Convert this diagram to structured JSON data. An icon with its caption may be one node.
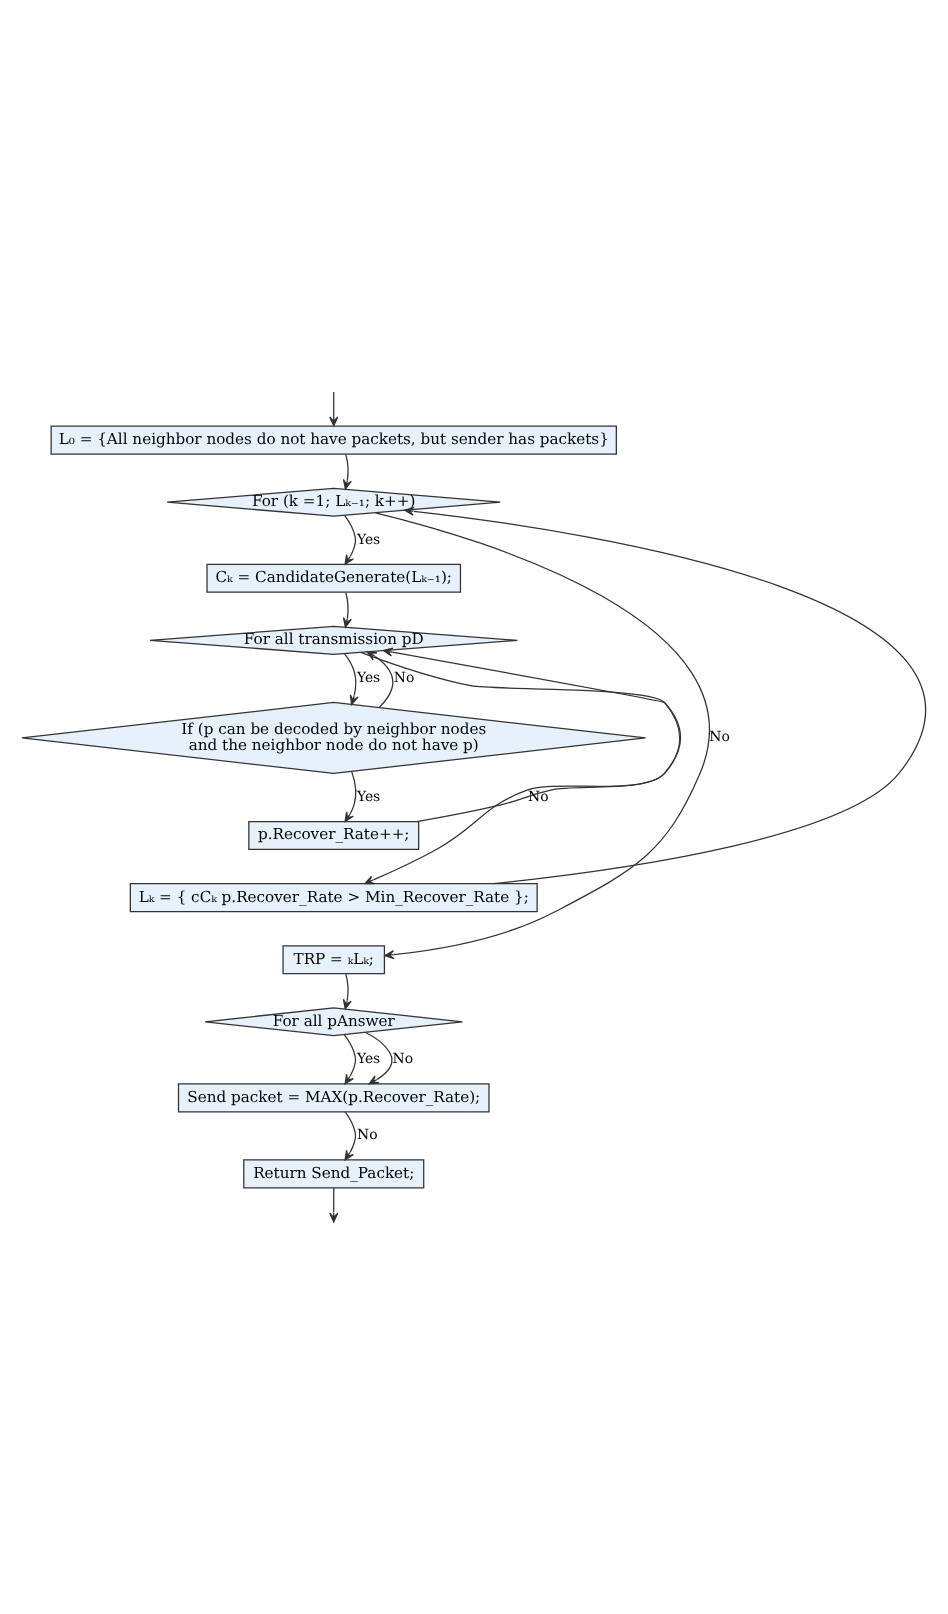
{
  "diagram": {
    "nodes": [
      {
        "text": [
          "L₀ = {All neighbor nodes do not have packets, but sender has packets}"
        ]
      },
      {
        "text": [
          "For (k =1; Lₖ₋₁; k++)"
        ]
      },
      {
        "text": [
          "Cₖ = CandidateGenerate(Lₖ₋₁);"
        ]
      },
      {
        "text": [
          "For all transmission pD"
        ]
      },
      {
        "text": [
          "If (p can be decoded by neighbor nodes and the neighbor node do not have p)"
        ]
      },
      {
        "text": [
          "p.Recover_Rate++;"
        ]
      },
      {
        "text": [
          "Lₖ = { cCₖ p.Recover_Rate > Min_Recover_Rate };"
        ]
      },
      {
        "text": [
          "TRP = ₖLₖ;"
        ]
      },
      {
        "text": [
          "For all pAnswer"
        ]
      },
      {
        "text": [
          "Send packet = MAX(p.Recover_Rate);"
        ]
      },
      {
        "text": [
          "Return Send_Packet;"
        ]
      }
    ],
    "edges": [
      {
        "from": null,
        "to": 0,
        "arrow": "to"
      },
      {
        "from": 0,
        "to": 1,
        "arrow": "to"
      },
      {
        "from": 1,
        "to": 2,
        "arrow": "to",
        "label": "Yes"
      },
      {
        "from": 2,
        "to": 3,
        "arrow": "to"
      },
      {
        "from": 3,
        "to": 4,
        "arrow": "to",
        "label": "Yes"
      },
      {
        "from": 4,
        "to": 5,
        "arrow": "to",
        "label": "Yes"
      },
      {
        "from": 4,
        "to": 3,
        "arrow": "to",
        "label": "No"
      },
      {
        "from": 5,
        "to": 3,
        "arrow": "to"
      },
      {
        "from": 3,
        "to": 6,
        "arrow": "to",
        "label": "No"
      },
      {
        "from": 6,
        "to": 1,
        "arrow": "to"
      },
      {
        "from": 1,
        "to": 7,
        "arrow": "to",
        "label": "No"
      },
      {
        "from": 7,
        "to": 8,
        "arrow": "to"
      },
      {
        "from": 8,
        "to": 9,
        "arrow": "to",
        "label": "Yes"
      },
      {
        "from": 8,
        "to": 9,
        "arrow": "to",
        "label": "No"
      },
      {
        "from": 9,
        "to": 10,
        "arrow": "to",
        "label": "No"
      },
      {
        "from": 10,
        "to": null,
        "arrow": "to"
      }
    ]
  }
}
